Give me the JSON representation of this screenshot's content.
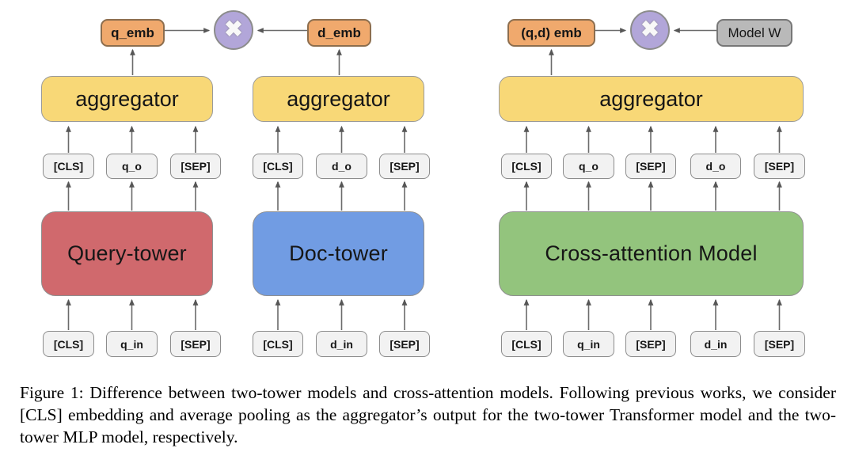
{
  "figure": {
    "caption": "Figure 1:  Difference between two-tower models and cross-attention models.  Following previous works, we consider [CLS] embedding and average pooling as the aggregator’s output for the two-tower Transformer model and the two-tower MLP model, respectively."
  },
  "diagram": {
    "query_tower": {
      "label": "Query-tower",
      "aggregator": "aggregator",
      "embedding": "q_emb",
      "outputs": [
        "[CLS]",
        "q_o",
        "[SEP]"
      ],
      "inputs": [
        "[CLS]",
        "q_in",
        "[SEP]"
      ]
    },
    "doc_tower": {
      "label": "Doc-tower",
      "aggregator": "aggregator",
      "embedding": "d_emb",
      "outputs": [
        "[CLS]",
        "d_o",
        "[SEP]"
      ],
      "inputs": [
        "[CLS]",
        "d_in",
        "[SEP]"
      ]
    },
    "cross_attention": {
      "label": "Cross-attention Model",
      "aggregator": "aggregator",
      "embedding": "(q,d) emb",
      "model_w": "Model W",
      "outputs": [
        "[CLS]",
        "q_o",
        "[SEP]",
        "d_o",
        "[SEP]"
      ],
      "inputs": [
        "[CLS]",
        "q_in",
        "[SEP]",
        "d_in",
        "[SEP]"
      ]
    },
    "icons": {
      "multiply": "✖"
    },
    "colors": {
      "query_tower": "#d0696d",
      "doc_tower": "#719ce3",
      "cross_attention_model": "#93c47d",
      "aggregator": "#f8d877",
      "embedding": "#f0a96d",
      "model_w": "#b9b9b9",
      "multiply_circle": "#b2a6d9",
      "token": "#f2f2f2",
      "arrow": "#6b6b6b"
    }
  }
}
